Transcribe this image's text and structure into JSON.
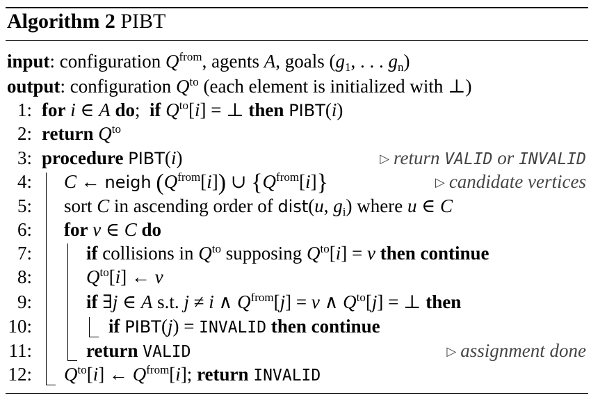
{
  "title": {
    "label": "Algorithm 2",
    "name": "PIBT"
  },
  "header": {
    "input_kw": "input",
    "input_text": ": configuration ",
    "input_Q": "Q",
    "input_sup": "from",
    "input_rest": ", agents ",
    "input_A": "A",
    "input_goals": ", goals (",
    "input_g1": "g",
    "input_g1_sub": "1",
    "input_dots": ", . . . ",
    "input_gn": "g",
    "input_gn_sub": "n",
    "input_close": ")",
    "output_kw": "output",
    "output_text": ": configuration ",
    "output_Q": "Q",
    "output_sup": "to",
    "output_rest": " (each element is initialized with ⊥)"
  },
  "lines": [
    {
      "num": "1:"
    },
    {
      "num": "2:"
    },
    {
      "num": "3:"
    },
    {
      "num": "4:"
    },
    {
      "num": "5:"
    },
    {
      "num": "6:"
    },
    {
      "num": "7:"
    },
    {
      "num": "8:"
    },
    {
      "num": "9:"
    },
    {
      "num": "10:"
    },
    {
      "num": "11:"
    },
    {
      "num": "12:"
    }
  ],
  "comments": {
    "c3_a": "return ",
    "c3_valid": "VALID",
    "c3_or": " or ",
    "c3_invalid": "INVALID",
    "c4": "candidate vertices",
    "c11": "assignment done"
  },
  "tokens": {
    "valid": "VALID",
    "invalid": "INVALID",
    "pibt": "PIBT",
    "neigh": "neigh",
    "dist": "dist",
    "from": "from",
    "to": "to"
  }
}
